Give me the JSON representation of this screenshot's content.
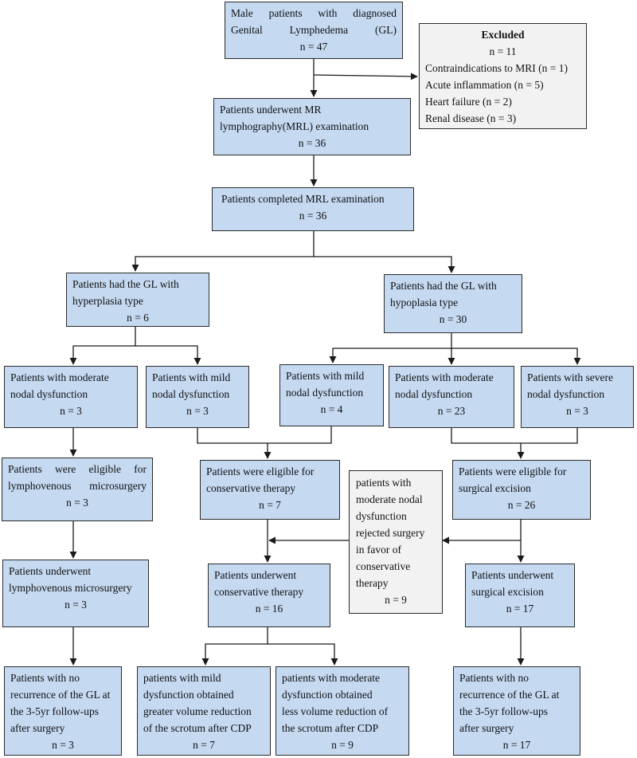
{
  "boxes": {
    "b1": {
      "lines": [
        "Male patients with diagnosed",
        "Genital Lymphedema (GL)"
      ],
      "n": "n = 47"
    },
    "excluded": {
      "title": "Excluded",
      "n": "n = 11",
      "reasons": [
        "Contraindications to MRI (n = 1)",
        "Acute inflammation (n = 5)",
        "Heart failure (n = 2)",
        "Renal disease (n = 3)"
      ]
    },
    "b2": {
      "lines": [
        "Patients underwent MR",
        "lymphography(MRL) examination"
      ],
      "n": "n = 36"
    },
    "b3": {
      "lines": [
        "Patients completed MRL examination"
      ],
      "n": "n = 36"
    },
    "hyper": {
      "lines": [
        "Patients had the GL with",
        "hyperplasia type"
      ],
      "n": "n = 6"
    },
    "hypo": {
      "lines": [
        "Patients had the GL with",
        "hypoplasia type"
      ],
      "n": "n = 30"
    },
    "d1": {
      "lines": [
        "Patients with moderate",
        "nodal dysfunction"
      ],
      "n": "n = 3"
    },
    "d2": {
      "lines": [
        "Patients with mild",
        "nodal dysfunction"
      ],
      "n": "n = 3"
    },
    "d3": {
      "lines": [
        "Patients with mild",
        "nodal dysfunction"
      ],
      "n": "n = 4"
    },
    "d4": {
      "lines": [
        "Patients with moderate",
        "nodal dysfunction"
      ],
      "n": "n = 23"
    },
    "d5": {
      "lines": [
        "Patients with severe",
        "nodal dysfunction"
      ],
      "n": "n = 3"
    },
    "e1": {
      "lines": [
        "Patients were eligible for",
        "lymphovenous microsurgery"
      ],
      "n": "n = 3"
    },
    "e2": {
      "lines": [
        "Patients were eligible for",
        "conservative therapy"
      ],
      "n": "n = 7"
    },
    "e3": {
      "lines": [
        "Patients were eligible for",
        "surgical excision"
      ],
      "n": "n = 26"
    },
    "rejected": {
      "lines": [
        "patients with",
        "moderate nodal",
        "dysfunction",
        "rejected surgery",
        "in favor of",
        "conservative",
        "therapy"
      ],
      "n": "n = 9"
    },
    "u1": {
      "lines": [
        "Patients underwent",
        "lymphovenous microsurgery"
      ],
      "n": "n = 3"
    },
    "u2": {
      "lines": [
        "Patients underwent",
        "conservative therapy"
      ],
      "n": "n = 16"
    },
    "u3": {
      "lines": [
        "Patients underwent",
        "surgical excision"
      ],
      "n": "n = 17"
    },
    "o1": {
      "lines": [
        "Patients with no",
        "recurrence of the GL at",
        "the 3-5yr follow-ups",
        "after surgery"
      ],
      "n": "n = 3"
    },
    "o2": {
      "lines": [
        "patients with mild",
        "dysfunction obtained",
        "greater volume reduction",
        "of the scrotum after CDP"
      ],
      "n": "n = 7"
    },
    "o3": {
      "lines": [
        "patients with moderate",
        "dysfunction obtained",
        "less volume reduction of",
        "the scrotum after CDP"
      ],
      "n": "n = 9"
    },
    "o4": {
      "lines": [
        "Patients with no",
        "recurrence of the GL at",
        "the 3-5yr follow-ups",
        "after surgery"
      ],
      "n": "n = 17"
    }
  },
  "colors": {
    "box_fill": "#c5d9f1",
    "side_box_fill": "#f2f2f2",
    "border": "#2b2b2b",
    "arrow": "#1a1a1a"
  }
}
